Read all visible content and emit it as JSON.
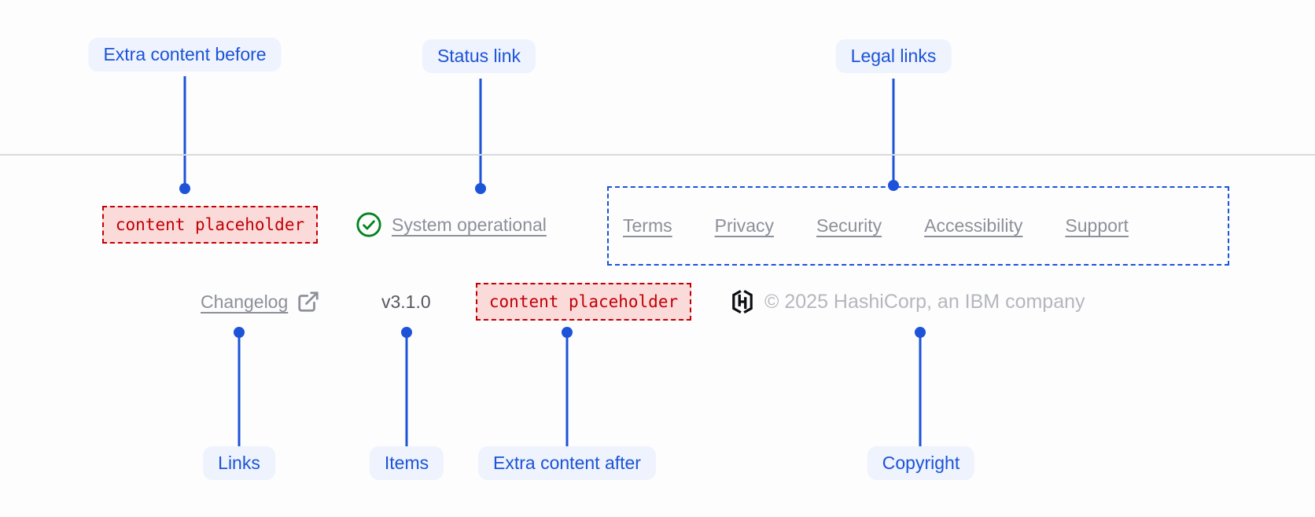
{
  "colors": {
    "accent": "#1c53d8",
    "pill_bg": "#eef3fd",
    "placeholder_red": "#c00005",
    "placeholder_bg": "#fbdada",
    "link_gray": "#8d9099",
    "version_gray": "#56585f",
    "copyright_gray": "#b5b7bd",
    "divider": "#d8dadd",
    "success_green": "#00841f",
    "logo_black": "#0d0e12"
  },
  "annotations": {
    "top": [
      {
        "id": "extra-content-before",
        "label": "Extra content before"
      },
      {
        "id": "status-link",
        "label": "Status link"
      },
      {
        "id": "legal-links",
        "label": "Legal links"
      }
    ],
    "bottom": [
      {
        "id": "links",
        "label": "Links"
      },
      {
        "id": "items",
        "label": "Items"
      },
      {
        "id": "extra-content-after",
        "label": "Extra content after"
      },
      {
        "id": "copyright",
        "label": "Copyright"
      }
    ]
  },
  "footer": {
    "extra_content_before": "content placeholder",
    "status": {
      "label": "System operational",
      "icon": "check-circle-icon"
    },
    "legal_links": [
      "Terms",
      "Privacy",
      "Security",
      "Accessibility",
      "Support"
    ],
    "links": [
      {
        "label": "Changelog",
        "external": true
      }
    ],
    "version": "v3.1.0",
    "extra_content_after": "content placeholder",
    "copyright": "© 2025 HashiCorp, an IBM company"
  }
}
